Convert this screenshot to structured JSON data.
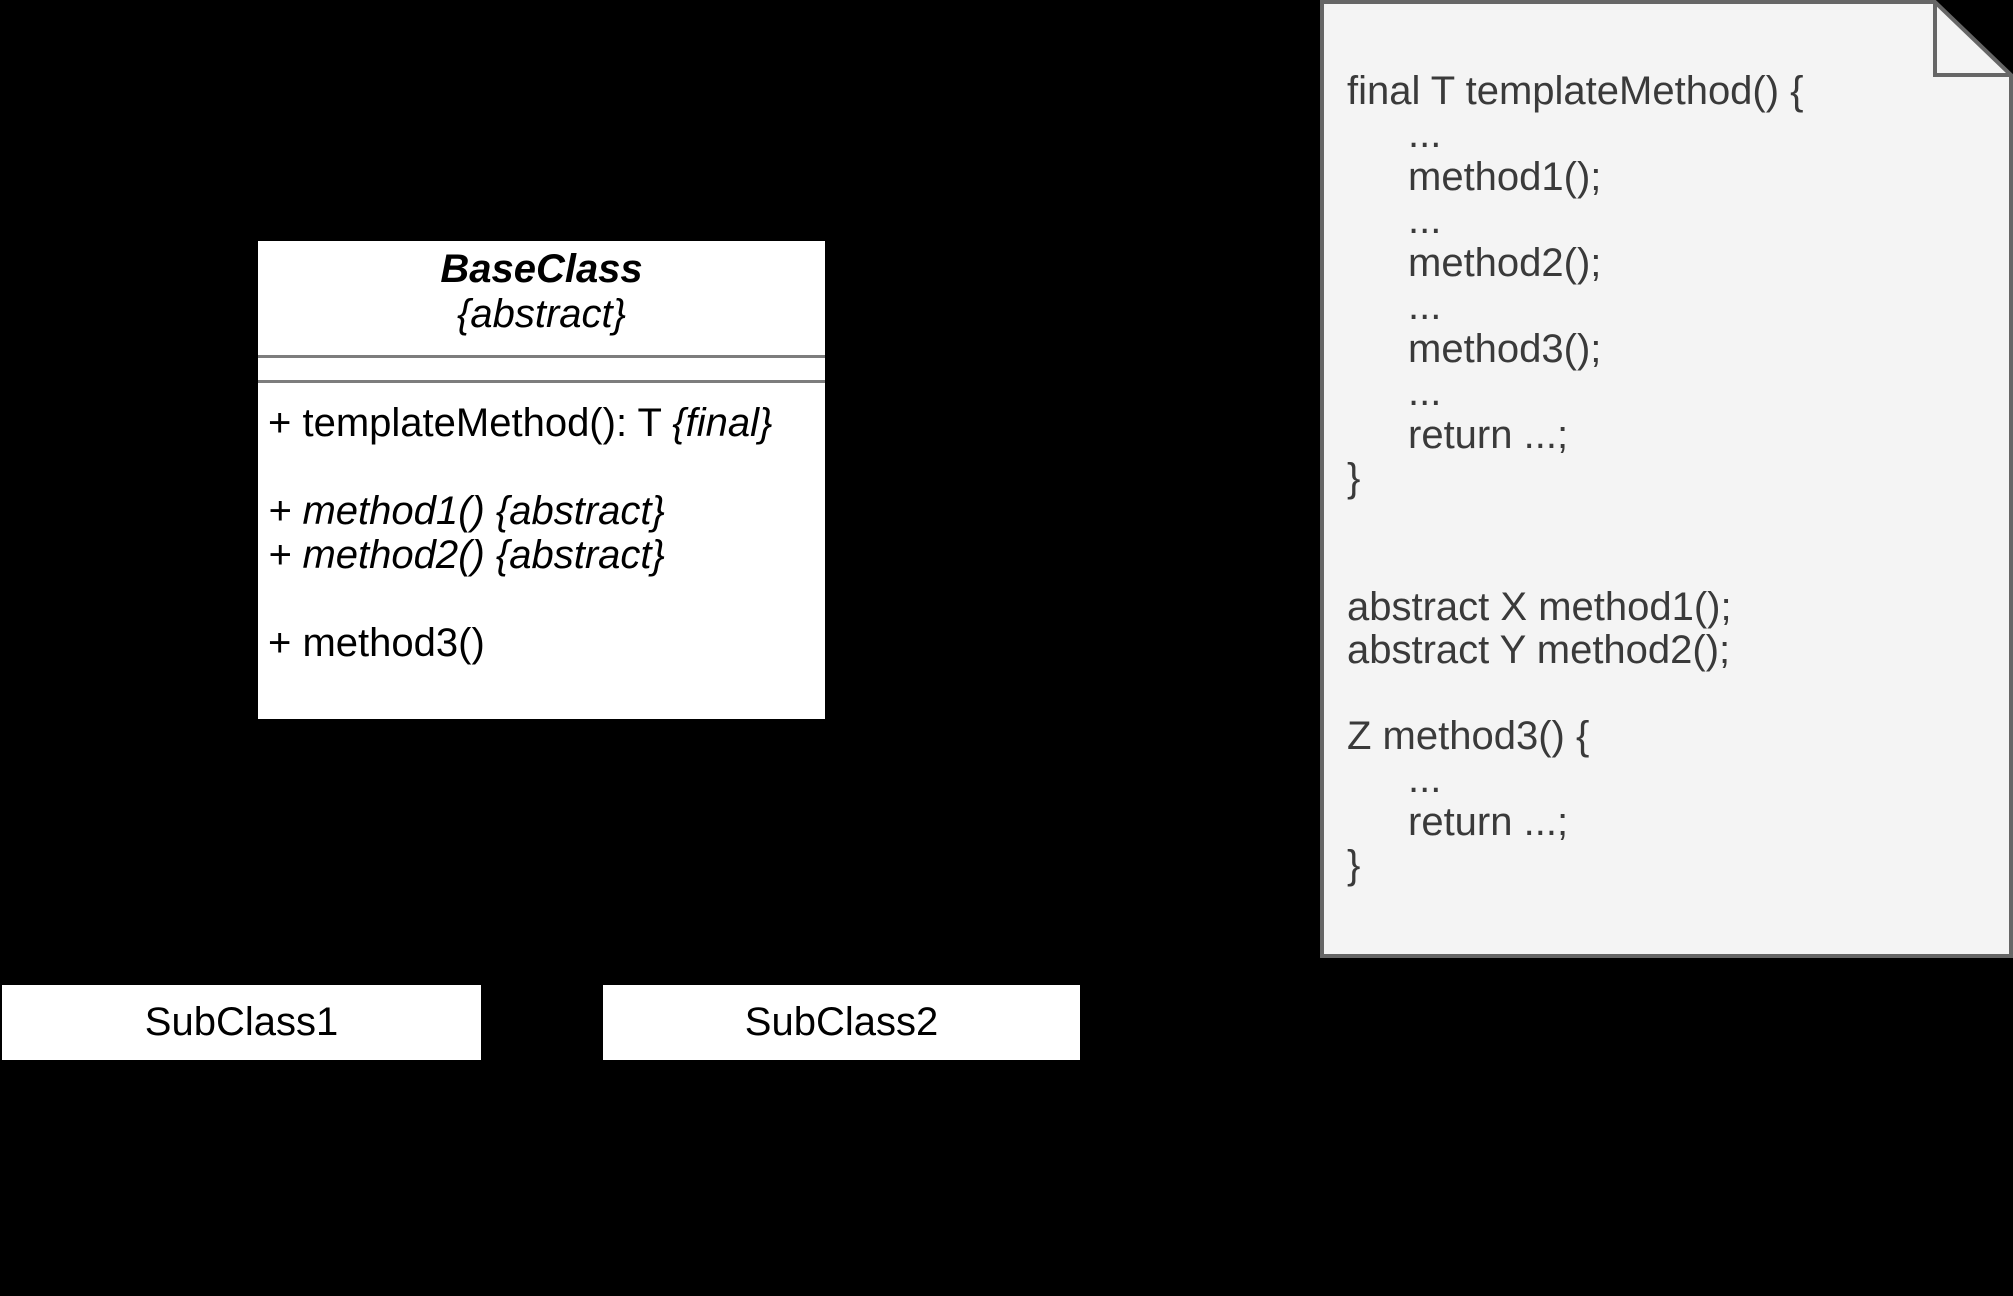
{
  "diagram": {
    "base_class": {
      "name": "BaseClass",
      "stereotype": "{abstract}",
      "methods": [
        {
          "parts": [
            {
              "text": "+ templateMethod(): T ",
              "italic": false
            },
            {
              "text": "{final}",
              "italic": true
            }
          ]
        },
        {
          "parts": []
        },
        {
          "parts": [
            {
              "text": "+ method1() {abstract}",
              "italic": true
            }
          ]
        },
        {
          "parts": [
            {
              "text": "+ method2() {abstract}",
              "italic": true
            }
          ]
        },
        {
          "parts": []
        },
        {
          "parts": [
            {
              "text": "+ method3()",
              "italic": false
            }
          ]
        }
      ]
    },
    "subclasses": [
      {
        "name": "SubClass1"
      },
      {
        "name": "SubClass2"
      }
    ],
    "note": {
      "lines": [
        {
          "text": "final T templateMethod() {",
          "indent": false
        },
        {
          "text": "...",
          "indent": true
        },
        {
          "text": "method1();",
          "indent": true
        },
        {
          "text": "...",
          "indent": true
        },
        {
          "text": "method2();",
          "indent": true
        },
        {
          "text": "...",
          "indent": true
        },
        {
          "text": "method3();",
          "indent": true
        },
        {
          "text": "...",
          "indent": true
        },
        {
          "text": "return ...;",
          "indent": true
        },
        {
          "text": "}",
          "indent": false
        },
        {
          "text": "",
          "indent": false
        },
        {
          "text": "",
          "indent": false
        },
        {
          "text": "abstract X method1();",
          "indent": false
        },
        {
          "text": "abstract Y method2();",
          "indent": false
        },
        {
          "text": "",
          "indent": false
        },
        {
          "text": "Z method3() {",
          "indent": false
        },
        {
          "text": "...",
          "indent": true
        },
        {
          "text": "return ...;",
          "indent": true
        },
        {
          "text": "}",
          "indent": false
        }
      ]
    },
    "colors": {
      "background": "#000000",
      "box_fill": "#ffffff",
      "box_text": "#000000",
      "separator": "#7d7d7d",
      "note_fill": "#f4f4f4",
      "note_border": "#666666",
      "note_text": "#3a3a3a"
    }
  }
}
